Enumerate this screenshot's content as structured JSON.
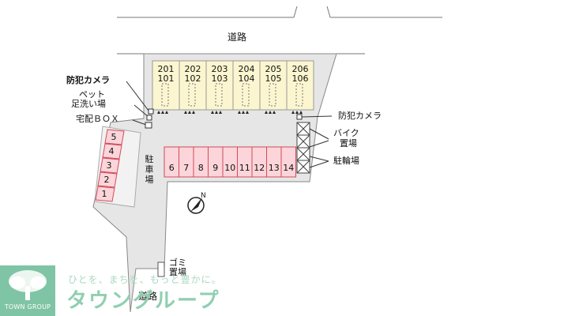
{
  "roads": {
    "top": "道路",
    "bottom": "道路"
  },
  "units": [
    {
      "upper": "201",
      "lower": "101"
    },
    {
      "upper": "202",
      "lower": "102"
    },
    {
      "upper": "203",
      "lower": "103"
    },
    {
      "upper": "204",
      "lower": "104"
    },
    {
      "upper": "205",
      "lower": "105"
    },
    {
      "upper": "206",
      "lower": "106"
    }
  ],
  "parking_main": [
    "6",
    "7",
    "8",
    "9",
    "10",
    "11",
    "12",
    "13",
    "14"
  ],
  "parking_side": [
    "5",
    "4",
    "3",
    "2",
    "1"
  ],
  "labels": {
    "camera_left": "防犯カメラ",
    "pet_line1": "ペット",
    "pet_line2": "足洗い場",
    "delivery_box": "宅配ＢＯＸ",
    "camera_right": "防犯カメラ",
    "bike_line1": "バイク",
    "bike_line2": "置場",
    "bicycle": "駐輪場",
    "parking_area": "駐車場",
    "garbage": "ゴミ置場"
  },
  "logo": {
    "caption": "TOWN GROUP",
    "tagline": "ひとを、まちを、もっと豊かに。",
    "name": "タウングループ"
  },
  "colors": {
    "building_fill": "#fbf6d0",
    "parking_fill": "#fbd5da",
    "parking_stroke": "#d24a5a",
    "lot_fill": "#e6e6e6",
    "logo_green": "#7fc4a4"
  }
}
